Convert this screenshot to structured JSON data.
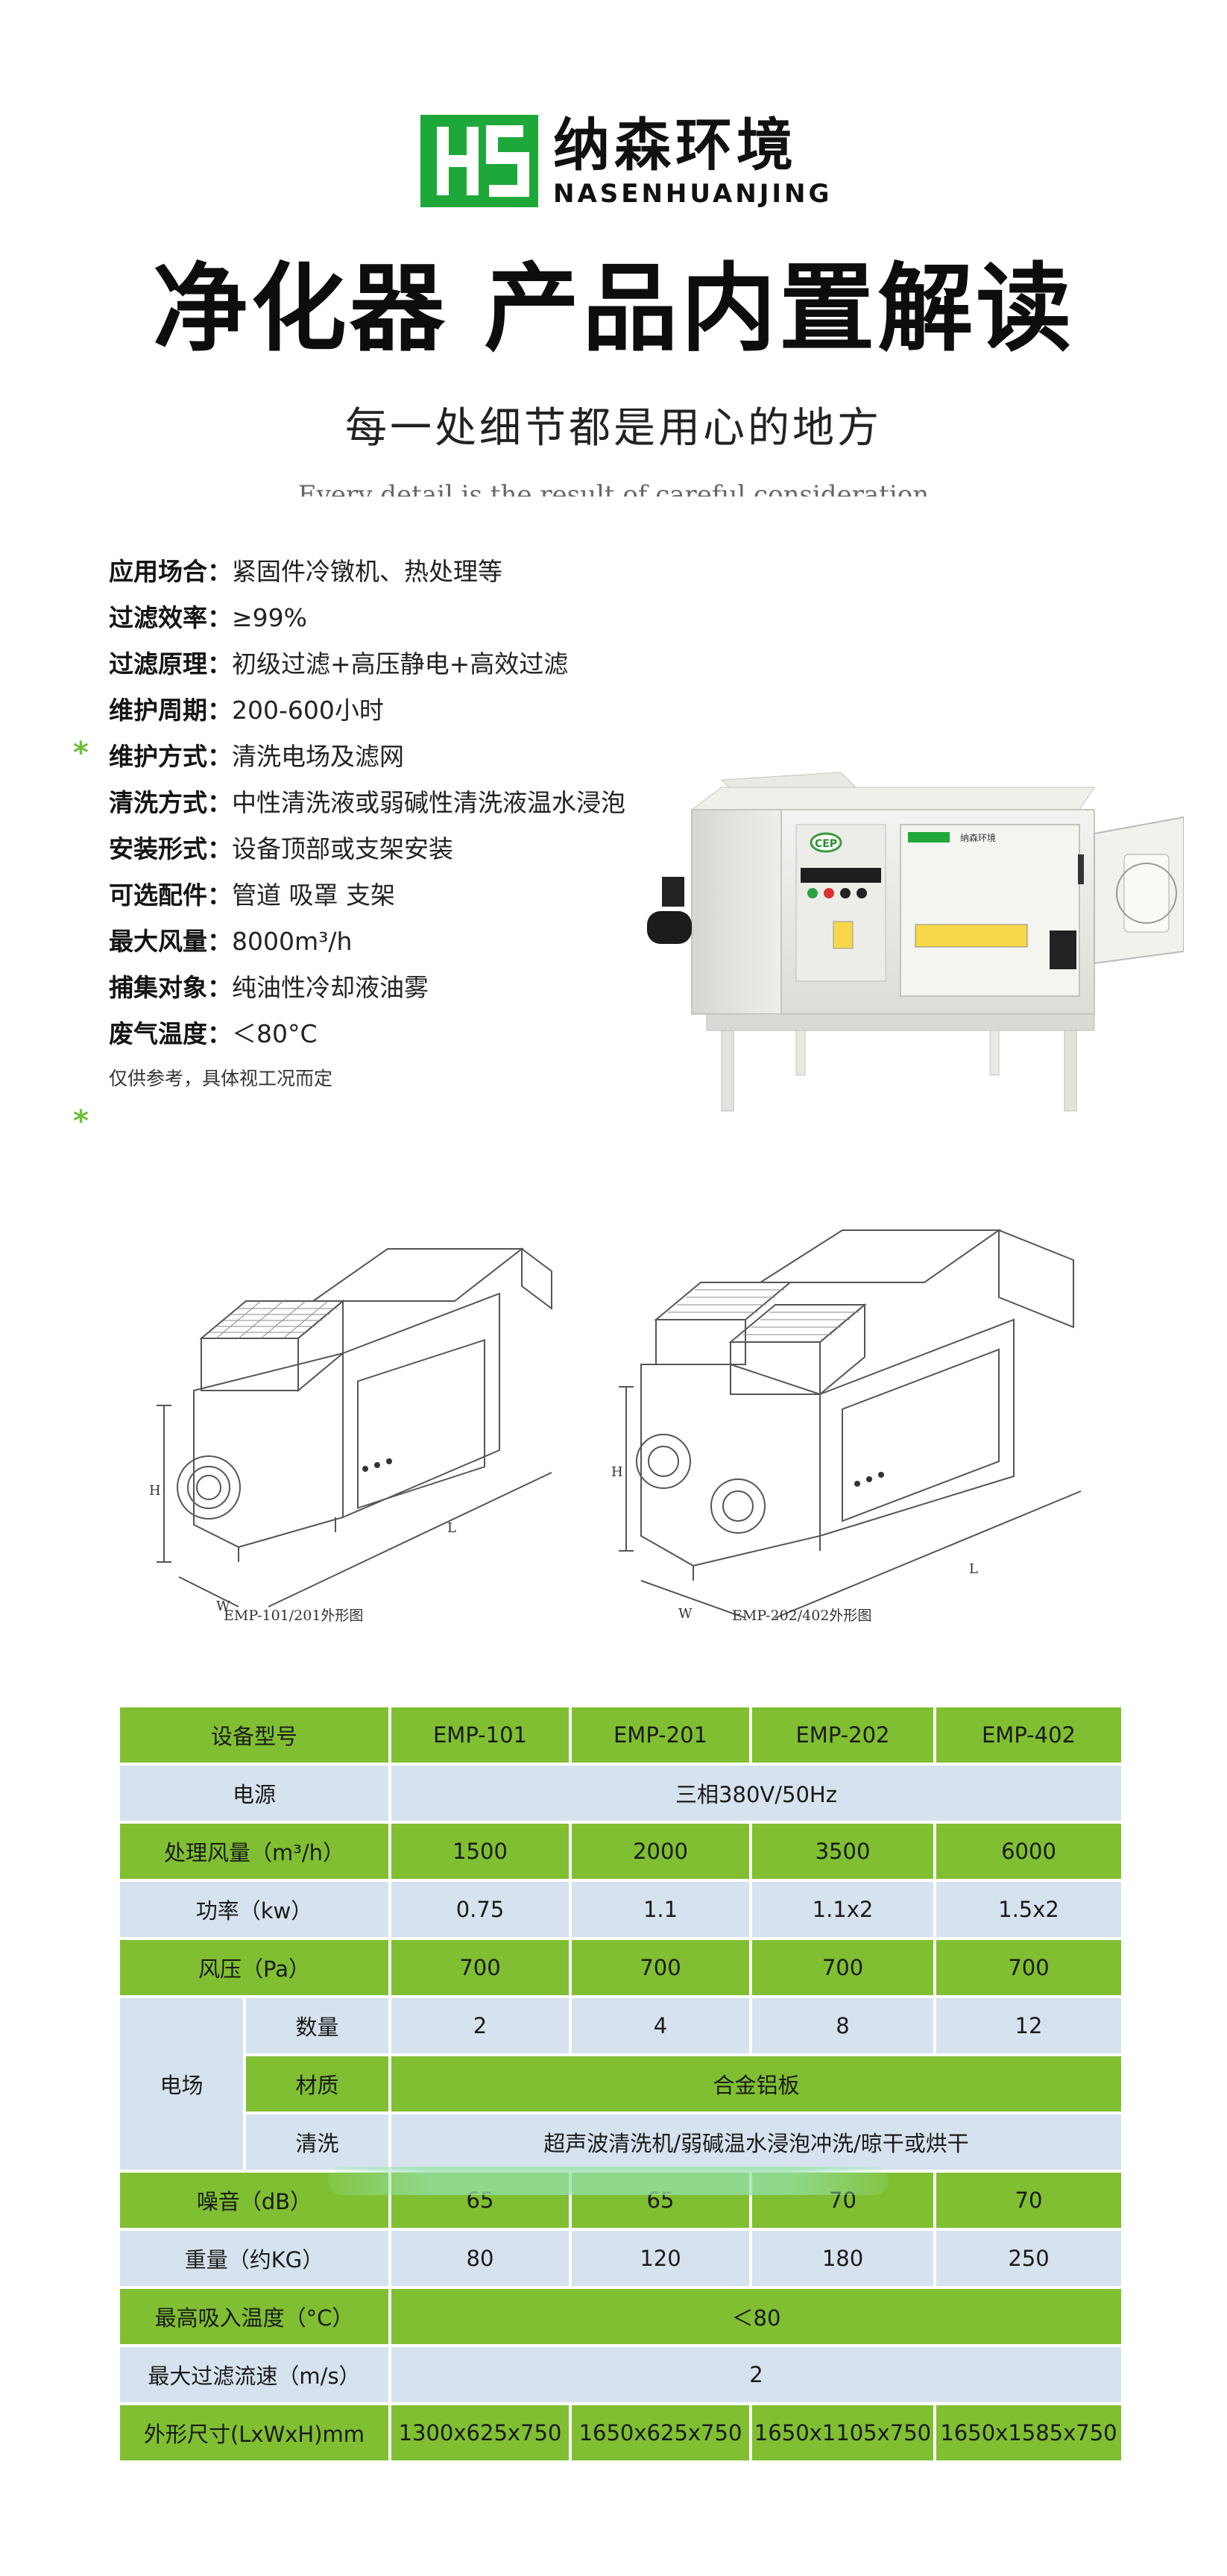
{
  "brand": {
    "name_cn": "纳森环境",
    "name_en": "NASENHUANJING",
    "primary_color": "#1fa83a"
  },
  "header": {
    "title": "净化器 产品内置解读",
    "subtitle": "每一处细节都是用心的地方",
    "subtitle_en": "Every detail is the result of careful consideration"
  },
  "specs": [
    {
      "label": "应用场合：",
      "value": "紧固件冷镦机、热处理等"
    },
    {
      "label": "过滤效率：",
      "value": "≥99%"
    },
    {
      "label": "过滤原理：",
      "value": "初级过滤+高压静电+高效过滤"
    },
    {
      "label": "维护周期：",
      "value": "200-600小时"
    },
    {
      "label": "维护方式：",
      "value": "清洗电场及滤网"
    },
    {
      "label": "清洗方式：",
      "value": "中性清洗液或弱碱性清洗液温水浸泡"
    },
    {
      "label": "安装形式：",
      "value": "设备顶部或支架安装"
    },
    {
      "label": "可选配件：",
      "value": "管道 吸罩 支架"
    },
    {
      "label": "最大风量：",
      "value": "8000m³/h"
    },
    {
      "label": "捕集对象：",
      "value": "纯油性冷却液油雾"
    },
    {
      "label": "废气温度：",
      "value": "＜80°C"
    }
  ],
  "spec_note": "仅供参考，具体视工况而定",
  "accent_color": "#6fbf3a",
  "photo": {
    "panel_brand": "纳森环境",
    "badge": "CEP"
  },
  "drawings": {
    "caption_1": "EMP-101/201外形图",
    "caption_2": "EMP-202/402外形图",
    "dim_h": "H",
    "dim_w": "W",
    "dim_l": "L"
  },
  "table": {
    "header": {
      "label": "设备型号",
      "models": [
        "EMP-101",
        "EMP-201",
        "EMP-202",
        "EMP-402"
      ]
    },
    "power_supply": {
      "label": "电源",
      "value": "三相380V/50Hz"
    },
    "airflow": {
      "label": "处理风量（m³/h）",
      "values": [
        "1500",
        "2000",
        "3500",
        "6000"
      ]
    },
    "power": {
      "label": "功率（kw）",
      "values": [
        "0.75",
        "1.1",
        "1.1x2",
        "1.5x2"
      ]
    },
    "pressure": {
      "label": "风压（Pa）",
      "values": [
        "700",
        "700",
        "700",
        "700"
      ]
    },
    "field": {
      "label": "电场",
      "count_label": "数量",
      "count_values": [
        "2",
        "4",
        "8",
        "12"
      ],
      "material_label": "材质",
      "material_value": "合金铝板",
      "cleaning_label": "清洗",
      "cleaning_value": "超声波清洗机/弱碱温水浸泡冲洗/晾干或烘干"
    },
    "noise": {
      "label": "噪音（dB）",
      "values": [
        "65",
        "65",
        "70",
        "70"
      ]
    },
    "weight": {
      "label": "重量（约KG）",
      "values": [
        "80",
        "120",
        "180",
        "250"
      ]
    },
    "max_temp": {
      "label": "最高吸入温度（°C）",
      "value": "＜80"
    },
    "max_speed": {
      "label": "最大过滤流速（m/s）",
      "value": "2"
    },
    "size": {
      "label": "外形尺寸(LxWxH)mm",
      "values": [
        "1300x625x750",
        "1650x625x750",
        "1650x1105x750",
        "1650x1585x750"
      ]
    },
    "green": "#80bf31",
    "blue": "#d6e3ee"
  }
}
